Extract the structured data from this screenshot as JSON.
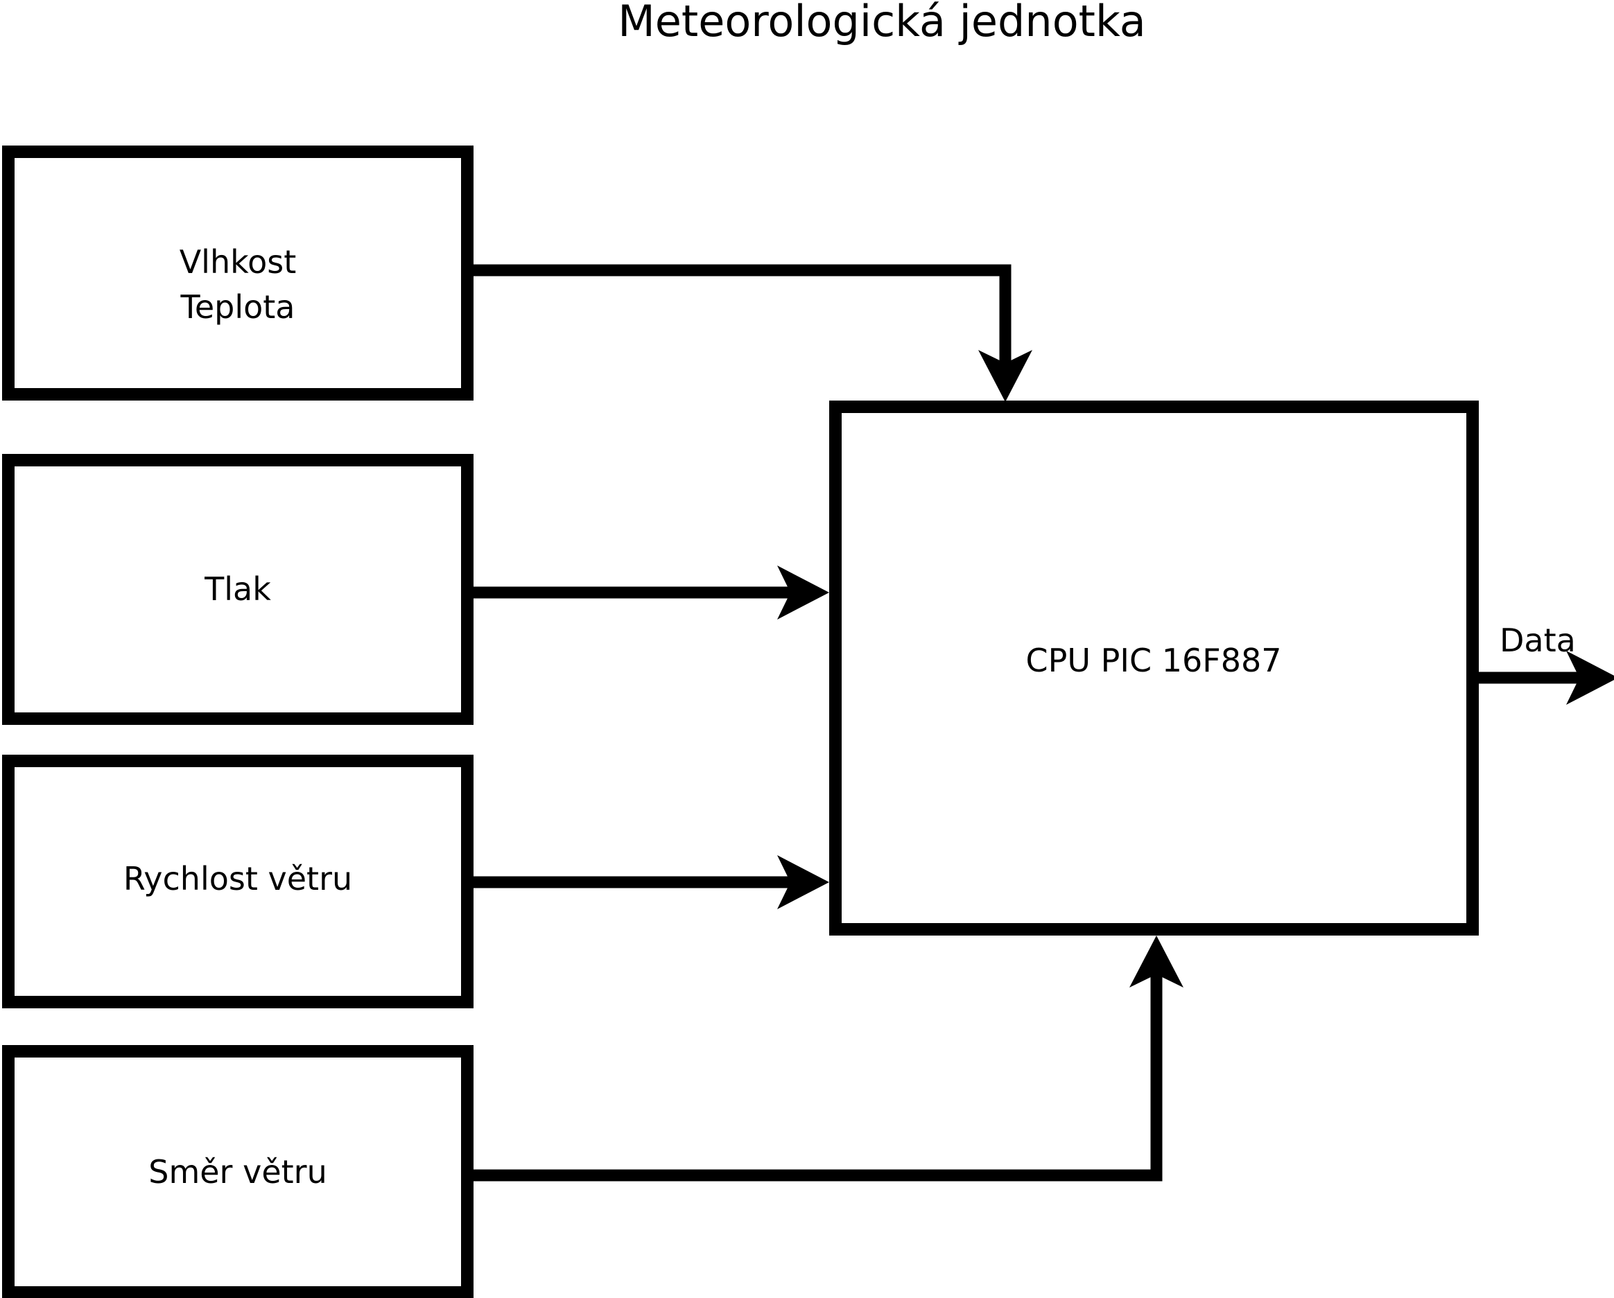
{
  "diagram": {
    "title": "Meteorologická jednotka",
    "type": "block-diagram",
    "background_color": "#ffffff",
    "line_color": "#000000",
    "text_color": "#000000",
    "nodes": [
      {
        "id": "humidity-temperature",
        "label_line1": "Vlhkost",
        "label_line2": "Teplota",
        "shape": "rectangle"
      },
      {
        "id": "pressure",
        "label": "Tlak",
        "shape": "rectangle"
      },
      {
        "id": "wind-speed",
        "label": "Rychlost větru",
        "shape": "rectangle"
      },
      {
        "id": "wind-direction",
        "label": "Směr větru",
        "shape": "rectangle"
      },
      {
        "id": "cpu",
        "label": "CPU PIC 16F887",
        "shape": "rectangle"
      }
    ],
    "edges": [
      {
        "id": "edge-humidity-to-cpu",
        "from": "humidity-temperature",
        "to": "cpu",
        "routing": "right-then-down",
        "arrow": "down"
      },
      {
        "id": "edge-pressure-to-cpu",
        "from": "pressure",
        "to": "cpu",
        "routing": "straight-right",
        "arrow": "right"
      },
      {
        "id": "edge-wind-speed-to-cpu",
        "from": "wind-speed",
        "to": "cpu",
        "routing": "straight-right",
        "arrow": "right"
      },
      {
        "id": "edge-wind-direction-to-cpu",
        "from": "wind-direction",
        "to": "cpu",
        "routing": "right-then-up",
        "arrow": "up"
      },
      {
        "id": "edge-cpu-to-data",
        "from": "cpu",
        "to": "data-output",
        "routing": "straight-right",
        "arrow": "right",
        "label": "Data"
      }
    ],
    "output_label": "Data"
  }
}
